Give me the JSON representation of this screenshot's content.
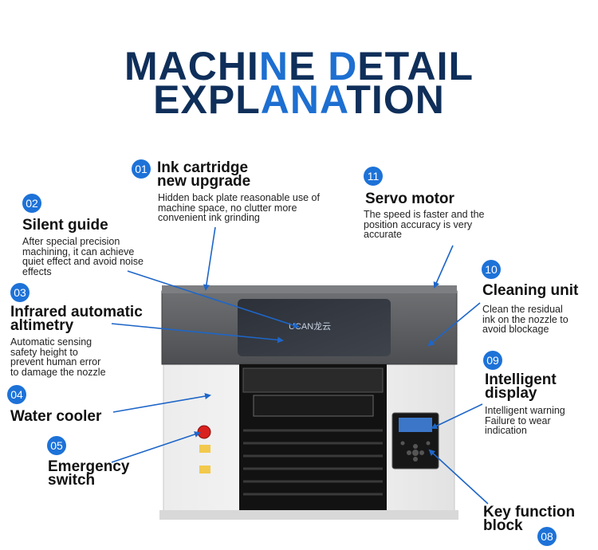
{
  "title": {
    "line1": [
      "MACHI",
      "N",
      "E ",
      "D",
      "ETAIL"
    ],
    "line2": [
      "EXPL",
      "ANA",
      "TION"
    ]
  },
  "callouts": [
    {
      "number": "01",
      "heading": [
        "Ink cartridge",
        "new upgrade"
      ],
      "description": [
        "Hidden back plate reasonable use of",
        "machine space, no clutter more",
        "convenient ink grinding"
      ]
    },
    {
      "number": "02",
      "heading": [
        "Silent guide"
      ],
      "description": [
        "After special precision",
        "machining, it can achieve",
        "quiet effect and avoid noise",
        "effects"
      ]
    },
    {
      "number": "03",
      "heading": [
        "Infrared automatic",
        "altimetry"
      ],
      "description": [
        "Automatic sensing",
        "safety height to",
        "prevent human error",
        "to damage the nozzle"
      ]
    },
    {
      "number": "04",
      "heading": [
        "Water cooler"
      ],
      "description": []
    },
    {
      "number": "05",
      "heading": [
        "Emergency",
        "switch"
      ],
      "description": []
    },
    {
      "number": "08",
      "heading": [
        "Key function",
        "block"
      ],
      "description": []
    },
    {
      "number": "09",
      "heading": [
        "Intelligent",
        "display"
      ],
      "description": [
        "Intelligent warning",
        "Failure to wear",
        "indication"
      ]
    },
    {
      "number": "10",
      "heading": [
        "Cleaning unit"
      ],
      "description": [
        "Clean the residual",
        "ink on the nozzle to",
        "avoid blockage"
      ]
    },
    {
      "number": "11",
      "heading": [
        "Servo motor"
      ],
      "description": [
        "The speed is faster and the",
        "position accuracy is very",
        "accurate"
      ]
    }
  ],
  "machine": {
    "logo_text": "UCAN龙云"
  },
  "colors": {
    "title_dark": "#0f2f5a",
    "title_accent": "#1d6fd1",
    "badge": "#1d72d8",
    "arrow": "#1e66c8"
  }
}
